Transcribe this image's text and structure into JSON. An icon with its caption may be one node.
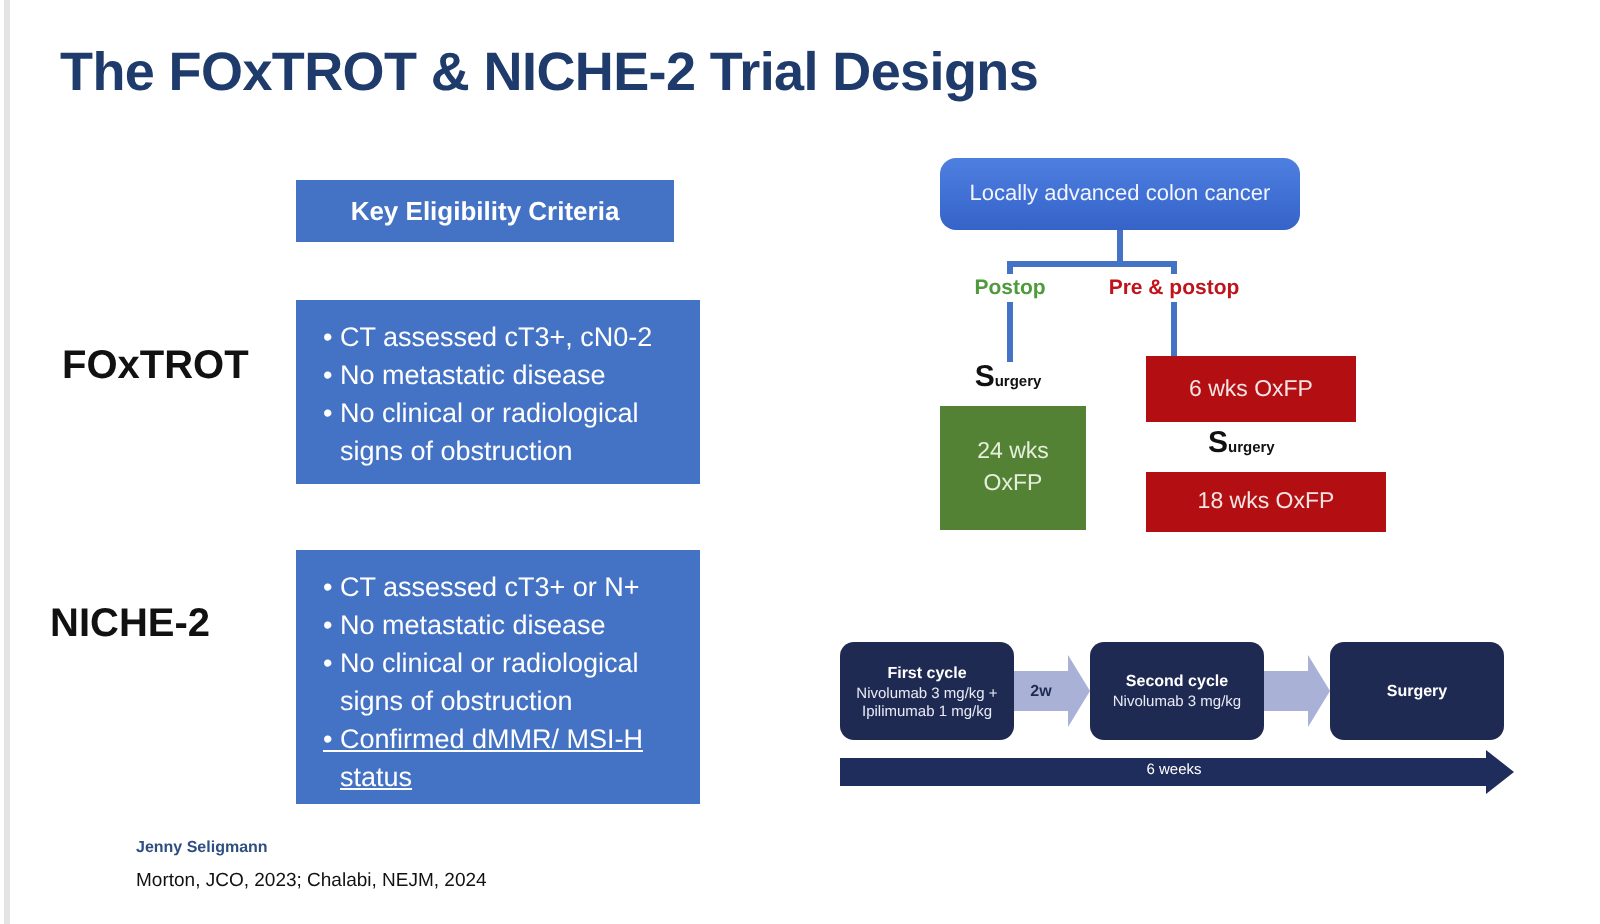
{
  "diagram": {
    "title": "The FOxTROT & NICHE-2 Trial Designs",
    "nodes": [
      {
        "text": [
          "Key Eligibility Criteria"
        ]
      },
      {
        "text": [
          "• CT assessed cT3+, cN0-2",
          "• No metastatic disease",
          "• No clinical or radiological signs of obstruction"
        ],
        "beside": [
          "FOxTROT"
        ]
      },
      {
        "text": [
          "• CT assessed cT3+ or N+",
          "• No metastatic disease",
          "• No clinical or radiological signs of obstruction",
          "• Confirmed dMMR/ MSI-H status"
        ],
        "beside": [
          "NICHE-2"
        ]
      },
      {
        "text": [
          "Locally advanced colon cancer"
        ]
      },
      {
        "text": [
          "Postop"
        ]
      },
      {
        "text": [
          "Pre & postop"
        ]
      },
      {
        "text": [
          "Surgery"
        ]
      },
      {
        "text": [
          "24 wks OxFP"
        ]
      },
      {
        "text": [
          "6 wks OxFP"
        ]
      },
      {
        "text": [
          "18 wks OxFP"
        ]
      },
      {
        "text": [
          "First cycle",
          "Nivolumab 3 mg/kg + Ipilimumab 1 mg/kg"
        ]
      },
      {
        "text": [
          "Second cycle",
          "Nivolumab 3 mg/kg"
        ]
      },
      {
        "text": [
          "Surgery"
        ]
      }
    ],
    "edges": [
      {
        "from": 3,
        "to": 4,
        "arrow": "none"
      },
      {
        "from": 3,
        "to": 5,
        "arrow": "none"
      },
      {
        "from": 4,
        "to": 6,
        "arrow": "none"
      },
      {
        "from": 5,
        "to": 8,
        "arrow": "none"
      },
      {
        "from": 10,
        "to": 11,
        "arrow": "to",
        "label": "2w",
        "style": "thick",
        "color": "#a9b1d6"
      },
      {
        "from": 11,
        "to": 12,
        "arrow": "to",
        "style": "thick",
        "color": "#a9b1d6"
      }
    ],
    "labels": [
      "Surgery",
      "6 weeks",
      "Jenny Seligmann",
      "Morton, JCO, 2023; Chalabi, NEJM, 2024"
    ]
  }
}
